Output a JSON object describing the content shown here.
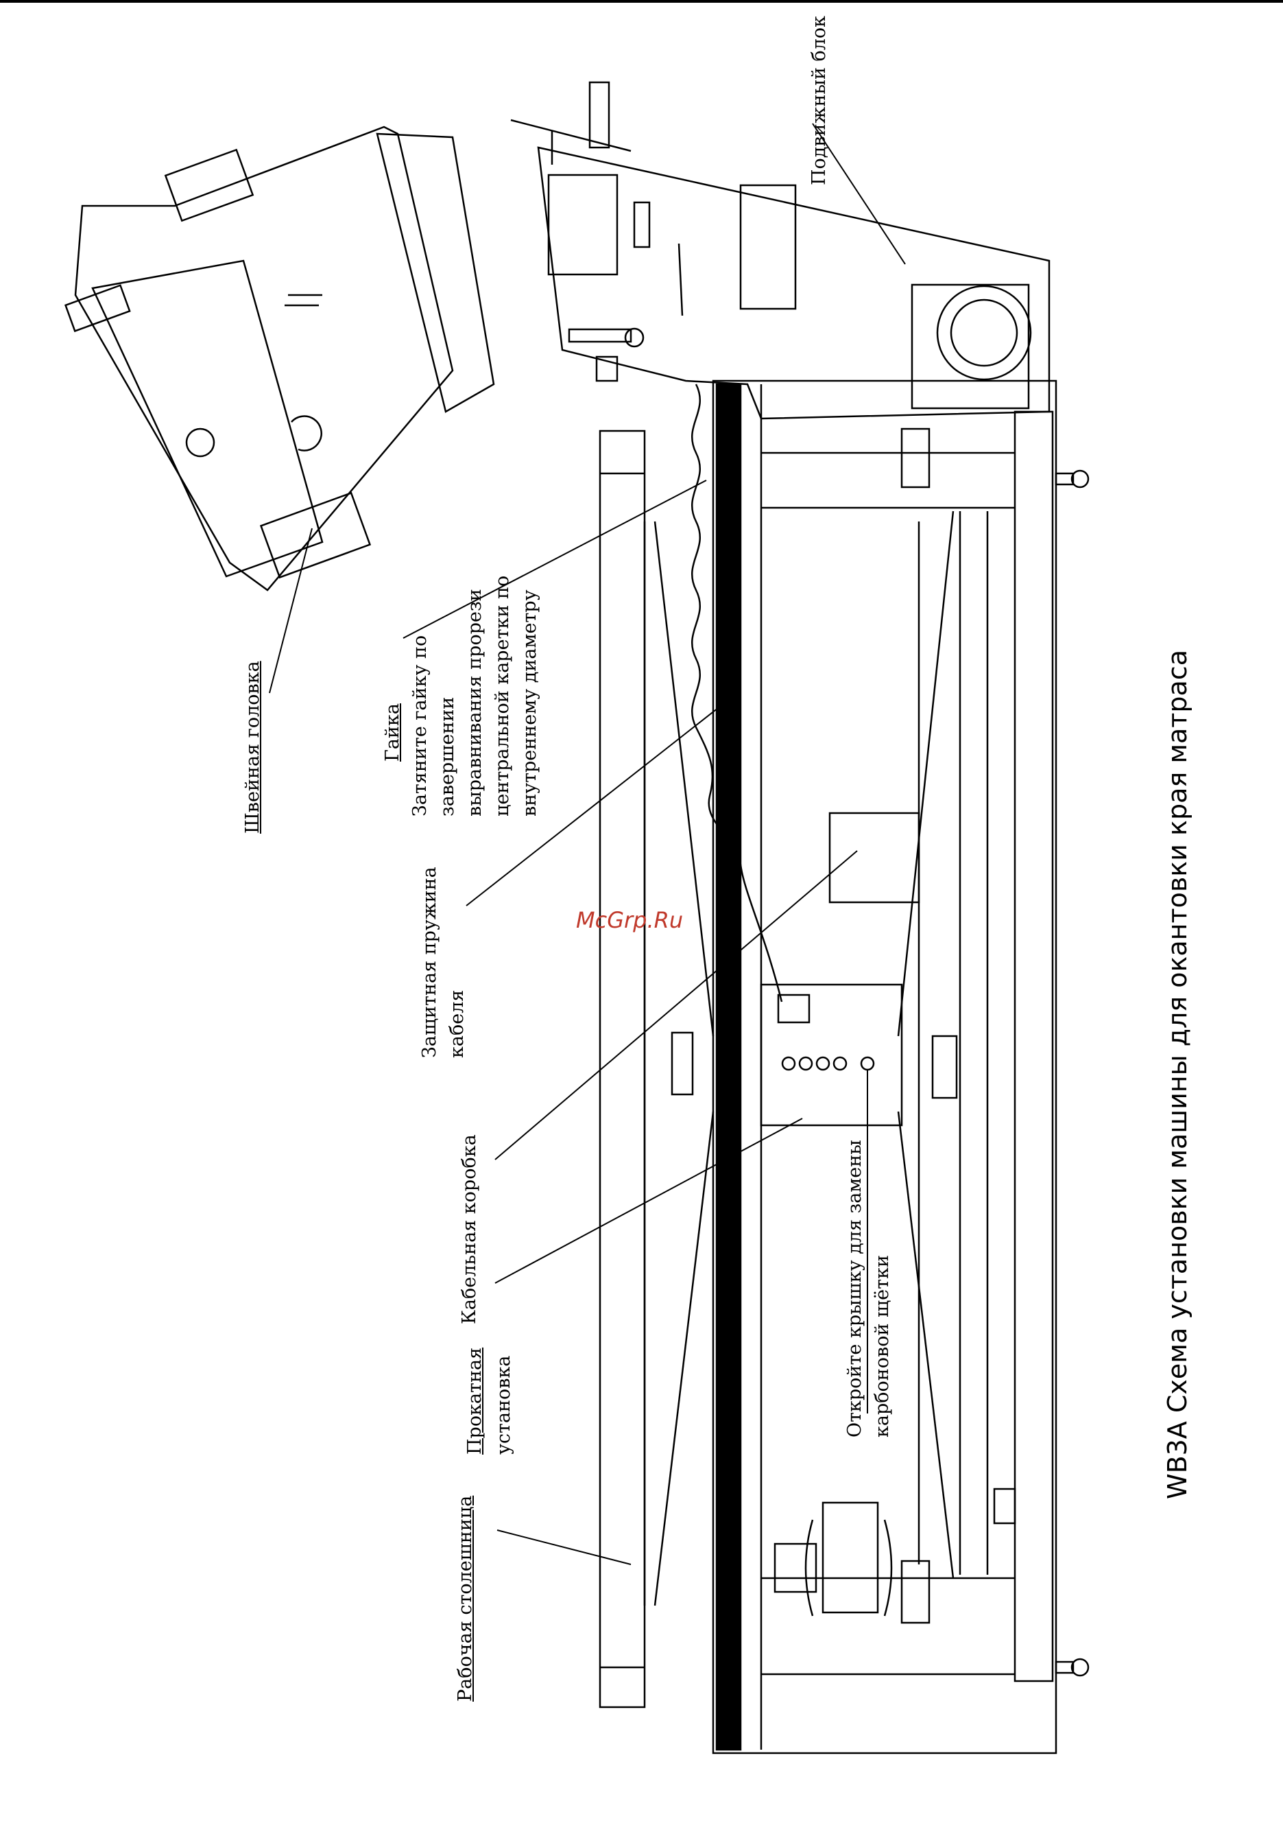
{
  "title": "WB3A Схема установки машины для окантовки края матраса",
  "watermark": "McGrp.Ru",
  "labels": {
    "sewing_head": "Швейная головка",
    "nut_title": "Гайка",
    "nut_line1": "Затяните гайку по",
    "nut_line2": "завершении",
    "nut_line3": "выравнивания прорези",
    "nut_line4": "центральной каретки по",
    "nut_line5": "внутреннему диаметру",
    "spring_line1": "Защитная пружина",
    "spring_line2": "кабеля",
    "cable_box": "Кабельная коробка",
    "rolling_line1": "Прокатная",
    "rolling_line2": "установка",
    "tabletop": "Рабочая столешница",
    "brush_line1": "Откройте крышку для замены",
    "brush_line2": "карбоновой щётки",
    "mobile_unit": "Подвижный блок"
  },
  "colors": {
    "line": "#000000",
    "watermark": "#c0392b"
  }
}
